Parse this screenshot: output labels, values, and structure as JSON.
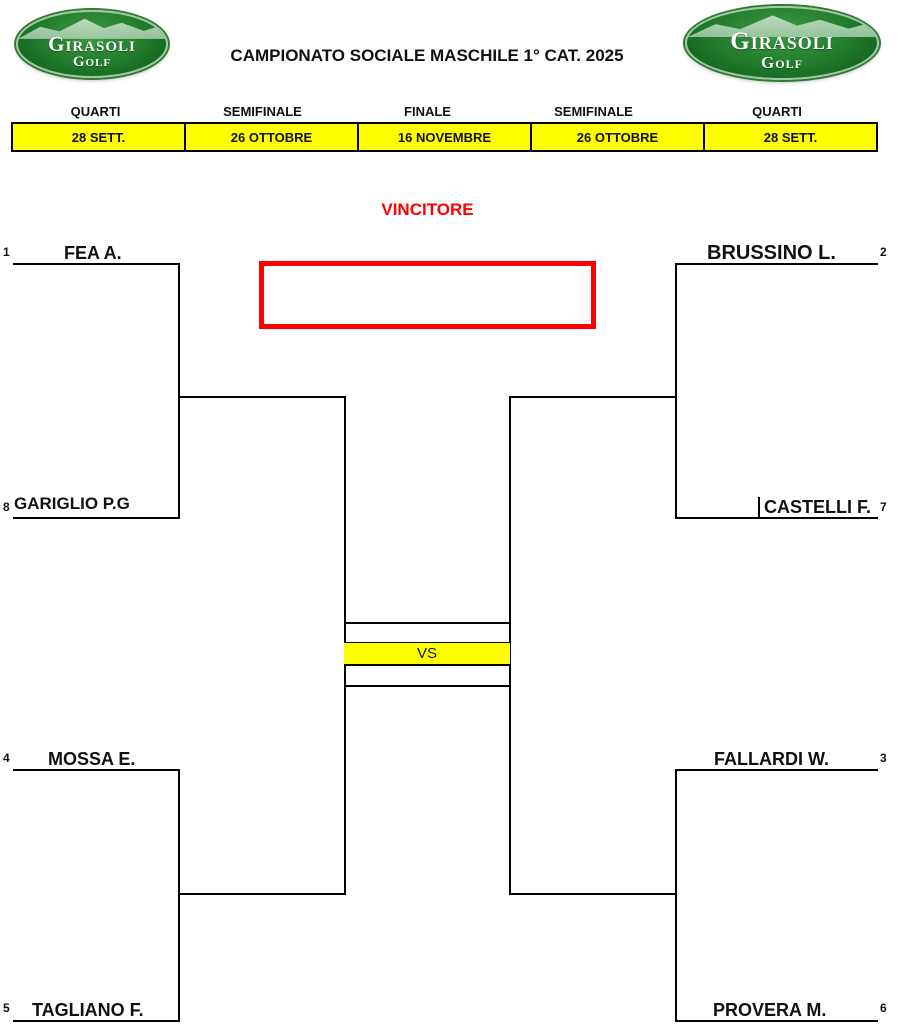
{
  "logo": {
    "line1": "Girasoli",
    "line2": "Golf"
  },
  "title": "CAMPIONATO SOCIALE MASCHILE 1° CAT. 2025",
  "rounds": [
    {
      "label": "QUARTI",
      "date": "28 SETT."
    },
    {
      "label": "SEMIFINALE",
      "date": "26 OTTOBRE"
    },
    {
      "label": "FINALE",
      "date": "16 NOVEMBRE"
    },
    {
      "label": "SEMIFINALE",
      "date": "26 OTTOBRE"
    },
    {
      "label": "QUARTI",
      "date": "28 SETT."
    }
  ],
  "winner_label": "VINCITORE",
  "vs_label": "VS",
  "players": {
    "left": [
      {
        "seed": "1",
        "name": "FEA A."
      },
      {
        "seed": "8",
        "name": "GARIGLIO P.G"
      },
      {
        "seed": "4",
        "name": "MOSSA E."
      },
      {
        "seed": "5",
        "name": "TAGLIANO F."
      }
    ],
    "right": [
      {
        "seed": "2",
        "name": "BRUSSINO L."
      },
      {
        "seed": "7",
        "name": "CASTELLI F."
      },
      {
        "seed": "3",
        "name": "FALLARDI W."
      },
      {
        "seed": "6",
        "name": "PROVERA M."
      }
    ]
  },
  "colors": {
    "highlight": "#ffff00",
    "winner": "#ff0000",
    "logo_green": "#1f7a2b"
  }
}
